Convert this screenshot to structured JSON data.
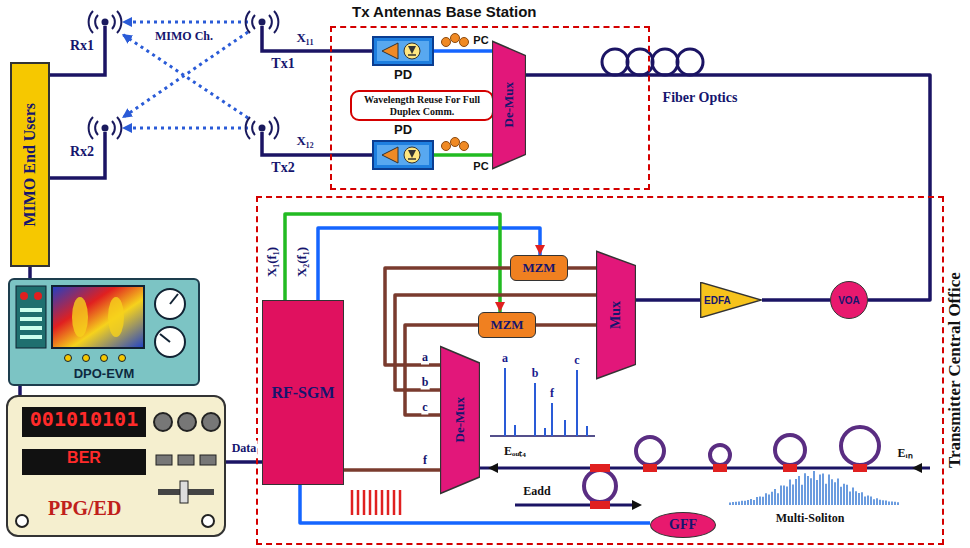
{
  "diagram": {
    "nodes": [
      {
        "text": [
          "MIMO End Users"
        ]
      },
      {
        "text": [
          "DPO-EVM"
        ]
      },
      {
        "text": [
          "001010101",
          "BER",
          "PPG/ED"
        ]
      },
      {
        "text": [
          "Tx Antennas Base Station"
        ]
      },
      {
        "text": [
          "PD"
        ],
        "in": 3
      },
      {
        "text": [
          "Wavelength Reuse For Full Duplex Comm."
        ],
        "in": 3
      },
      {
        "text": [
          "PD"
        ],
        "in": 3
      },
      {
        "text": [
          "De-Mux"
        ],
        "in": 3
      },
      {
        "text": [
          "Transmitter Central Office"
        ]
      },
      {
        "text": [
          "RF-SGM"
        ],
        "in": 8
      },
      {
        "text": [
          "MZM"
        ],
        "in": 8
      },
      {
        "text": [
          "MZM"
        ],
        "in": 8
      },
      {
        "text": [
          "Mux"
        ],
        "in": 8
      },
      {
        "text": [
          "EDFA"
        ],
        "in": 8
      },
      {
        "text": [
          "VOA"
        ],
        "in": 8
      },
      {
        "text": [
          "De-Mux"
        ],
        "in": 8
      },
      {
        "text": [
          "GFF"
        ],
        "in": 8
      }
    ],
    "edges": [
      {
        "from": 0,
        "to": 1,
        "arrow": "none"
      },
      {
        "from": 1,
        "to": 2,
        "arrow": "none"
      },
      {
        "from": 2,
        "to": 9,
        "arrow": "none",
        "label": "Data"
      },
      {
        "from": 9,
        "to": 10,
        "arrow": "to",
        "label": "X₂(f₁)"
      },
      {
        "from": 9,
        "to": 11,
        "arrow": "to",
        "label": "X₁(f₁)"
      },
      {
        "from": 15,
        "to": 10,
        "arrow": "none",
        "label": "a"
      },
      {
        "from": 15,
        "to": 12,
        "arrow": "none",
        "label": "b"
      },
      {
        "from": 15,
        "to": 11,
        "arrow": "none",
        "label": "c"
      },
      {
        "from": 15,
        "to": 9,
        "arrow": "none",
        "label": "f"
      },
      {
        "from": 10,
        "to": 12,
        "arrow": "none"
      },
      {
        "from": 11,
        "to": 12,
        "arrow": "none"
      },
      {
        "from": 12,
        "to": 13,
        "arrow": "none"
      },
      {
        "from": 13,
        "to": 14,
        "arrow": "none"
      },
      {
        "from": 14,
        "to": 7,
        "arrow": "none"
      },
      {
        "from": 7,
        "to": 4,
        "arrow": "none"
      },
      {
        "from": 7,
        "to": 6,
        "arrow": "none"
      },
      {
        "from": 9,
        "to": 16,
        "arrow": "none"
      }
    ],
    "labels": [
      "Rx1",
      "Rx2",
      "Tx1",
      "Tx2",
      "MIMO Ch.",
      "X₁₁",
      "X₁₂",
      "PC",
      "PC",
      "Fiber Optics",
      "a",
      "b",
      "f",
      "c",
      "Eₒᵤₜ₄",
      "Eᵢₙ",
      "Eadd",
      "Multi-Soliton"
    ]
  }
}
